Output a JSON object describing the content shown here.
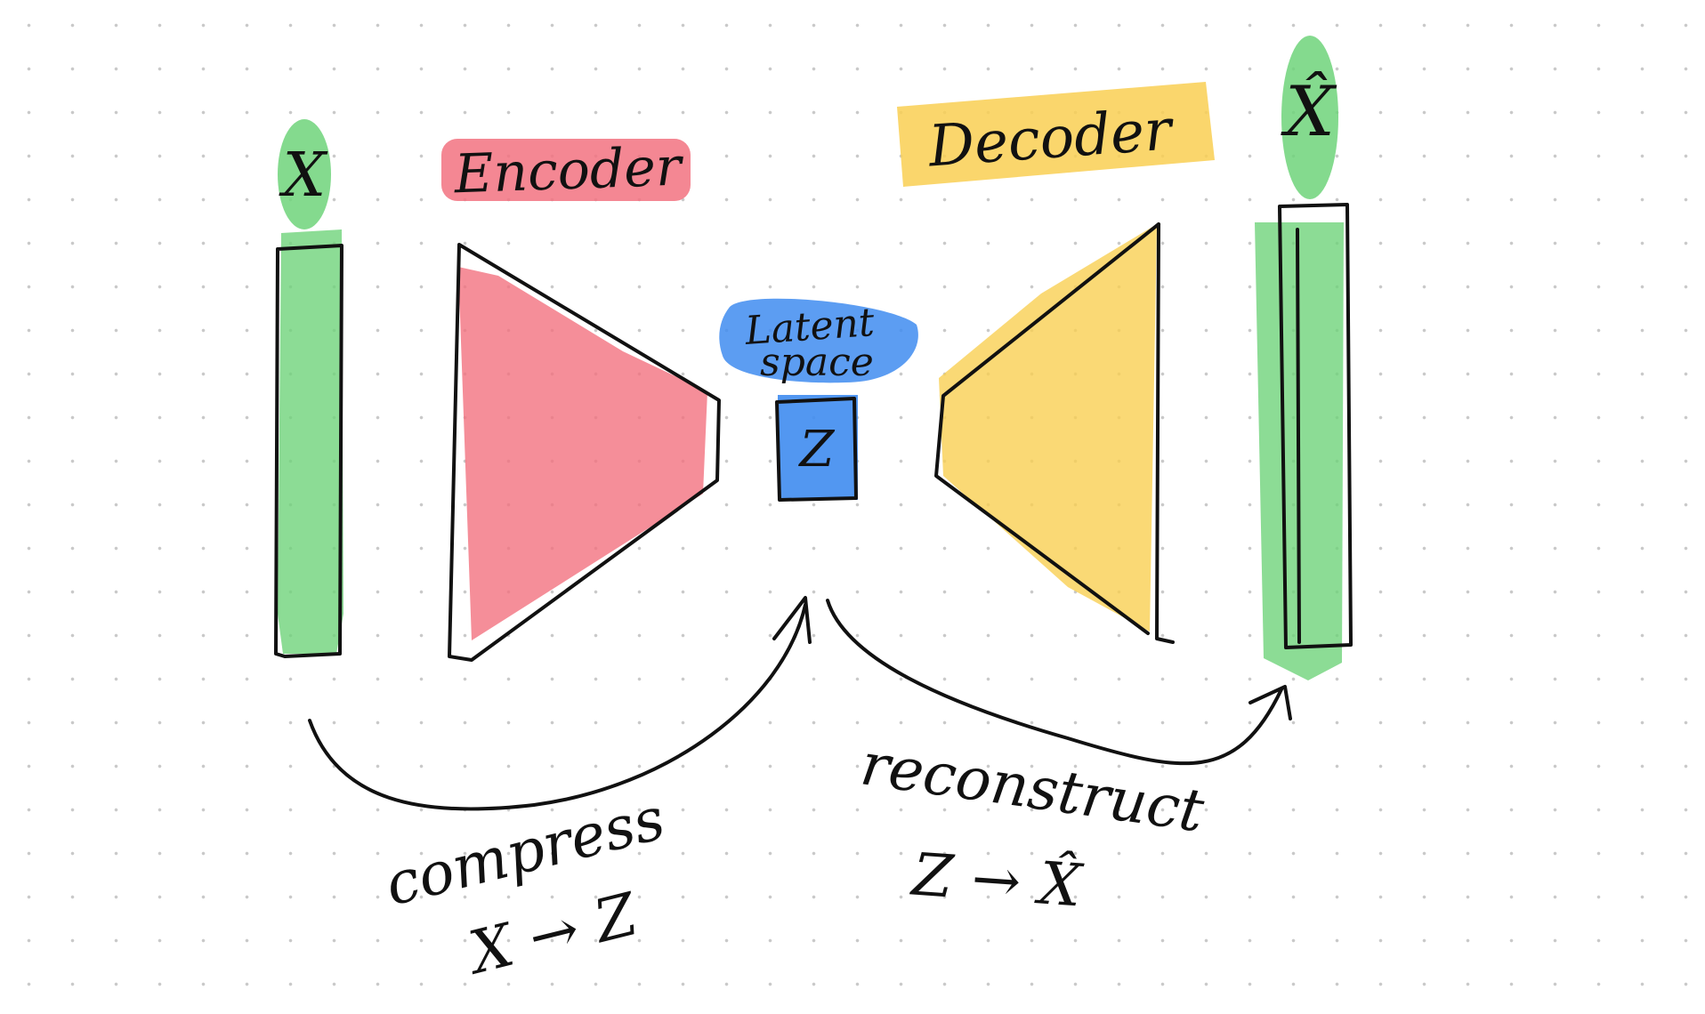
{
  "diagram": {
    "input_label": "X",
    "output_label": "X̂",
    "encoder_label": "Encoder",
    "decoder_label": "Decoder",
    "latent_label_line1": "Latent",
    "latent_label_line2": "space",
    "latent_symbol": "Z",
    "compress_label": "compress",
    "compress_mapping": "X → Z",
    "reconstruct_label": "reconstruct",
    "reconstruct_mapping": "Z → X̂"
  },
  "colors": {
    "input_output": "#6fd37a",
    "encoder": "#f27280",
    "decoder": "#f9cf52",
    "latent": "#3f8cf0",
    "ink": "#111111",
    "grid_dots": "#c9c9c9"
  }
}
